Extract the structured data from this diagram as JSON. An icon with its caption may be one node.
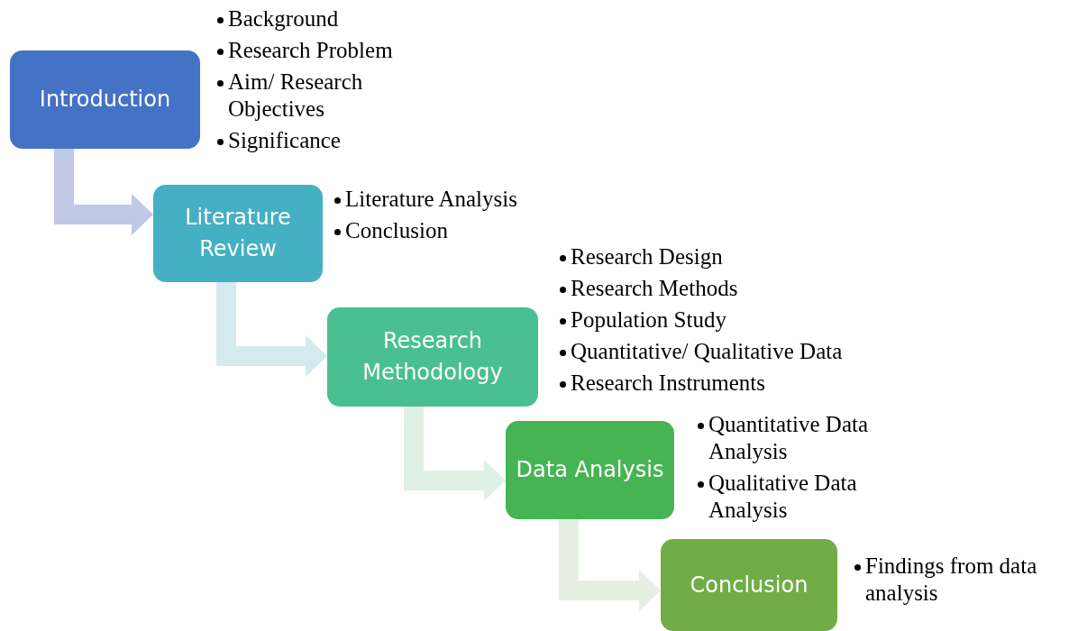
{
  "diagram": {
    "nodes": [
      {
        "text": [
          "Introduction"
        ],
        "beside": [
          "Background",
          "Research Problem",
          "Aim/ Research Objectives",
          "Significance"
        ]
      },
      {
        "text": [
          "Literature Review"
        ],
        "beside": [
          "Literature Analysis",
          "Conclusion"
        ]
      },
      {
        "text": [
          "Research Methodology"
        ],
        "beside": [
          "Research Design",
          "Research Methods",
          "Population Study",
          "Quantitative/ Qualitative Data",
          "Research Instruments"
        ]
      },
      {
        "text": [
          "Data Analysis"
        ],
        "beside": [
          "Quantitative Data Analysis",
          "Qualitative Data Analysis"
        ]
      },
      {
        "text": [
          "Conclusion"
        ],
        "beside": [
          "Findings from data analysis"
        ]
      }
    ],
    "edges": [
      {
        "from": 0,
        "to": 1,
        "arrow": "to",
        "color": "#c0c8e6"
      },
      {
        "from": 1,
        "to": 2,
        "arrow": "to",
        "color": "#d3ebee"
      },
      {
        "from": 2,
        "to": 3,
        "arrow": "to",
        "color": "#dff0e6"
      },
      {
        "from": 3,
        "to": 4,
        "arrow": "to",
        "color": "#e5efe2"
      }
    ]
  }
}
